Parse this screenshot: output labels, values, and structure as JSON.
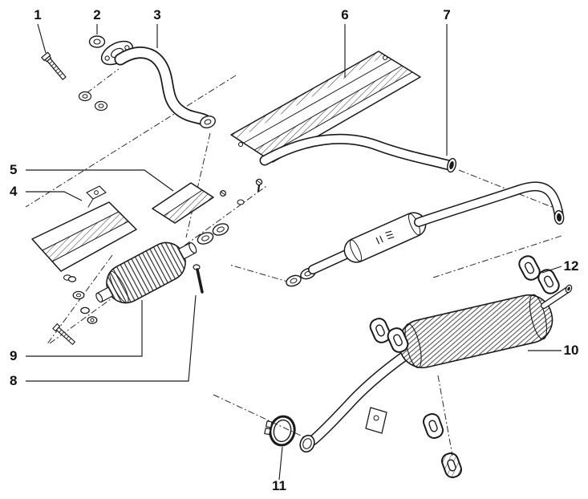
{
  "diagram": {
    "kind": "exploded-parts-line-drawing",
    "subject": "vehicle exhaust system",
    "background_color": "#ffffff",
    "ink_color": "#1a1a1a",
    "callouts": [
      {
        "label": "1",
        "part": "bolt"
      },
      {
        "label": "2",
        "part": "nut"
      },
      {
        "label": "3",
        "part": "front exhaust pipe"
      },
      {
        "label": "4",
        "part": "heat shield"
      },
      {
        "label": "5",
        "part": "heat shield"
      },
      {
        "label": "6",
        "part": "heat shield"
      },
      {
        "label": "7",
        "part": "intermediate exhaust pipe"
      },
      {
        "label": "8",
        "part": "mounting hardware"
      },
      {
        "label": "9",
        "part": "catalytic converter"
      },
      {
        "label": "10",
        "part": "rear silencer"
      },
      {
        "label": "11",
        "part": "clamp"
      },
      {
        "label": "12",
        "part": "rubber mounting"
      }
    ]
  }
}
